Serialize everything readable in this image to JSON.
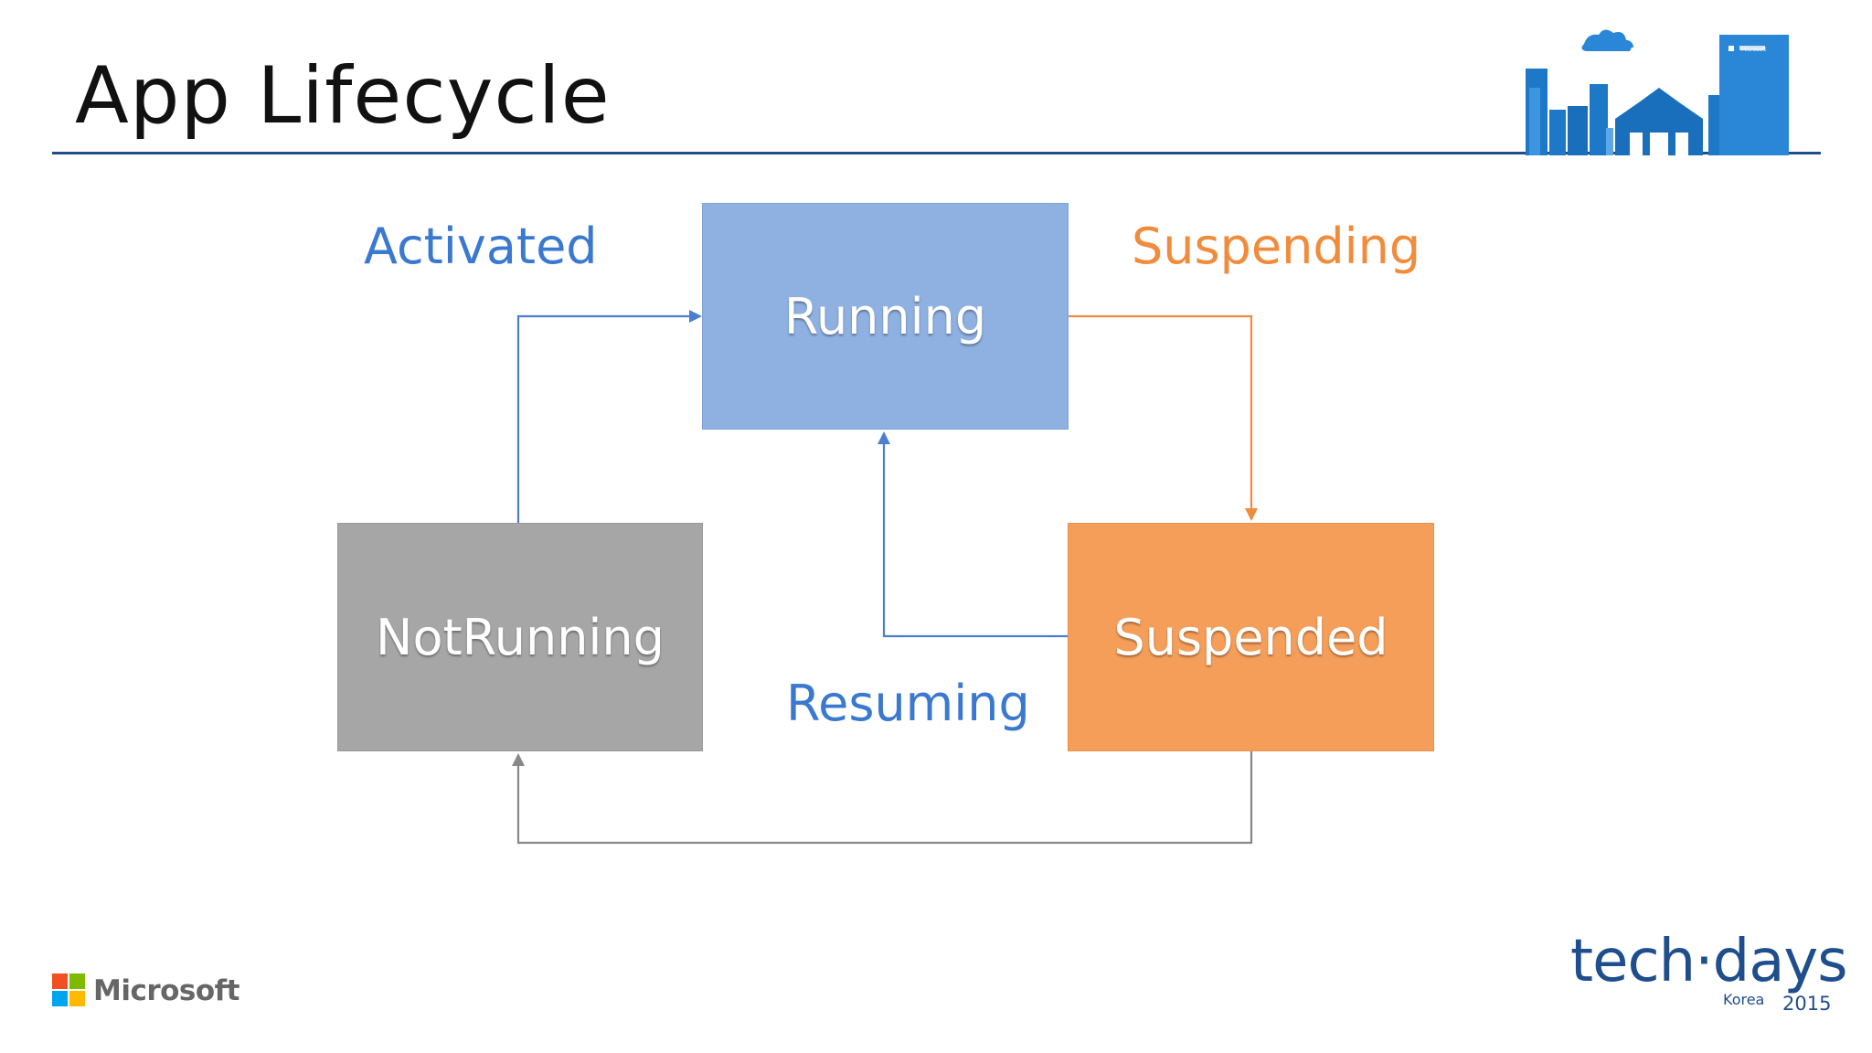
{
  "title": "App Lifecycle",
  "states": {
    "running": "Running",
    "notrunning": "NotRunning",
    "suspended": "Suspended"
  },
  "transitions": {
    "activated": "Activated",
    "suspending": "Suspending",
    "resuming": "Resuming"
  },
  "colors": {
    "running": "#8eb1e2",
    "notrunning": "#a6a6a6",
    "suspended": "#f59e5a",
    "blue_arrow": "#4a7fd0",
    "orange_arrow": "#f08c3c",
    "gray_arrow": "#888888",
    "title_rule": "#1f4e8c"
  },
  "footer": {
    "company": "Microsoft",
    "event": "tech·days",
    "event_location": "Korea",
    "event_year": "2015"
  },
  "header_logo": {
    "caption": "Microsoft"
  },
  "icons": {
    "cityscape": "cityscape-banner-icon",
    "ms_logo": "microsoft-logo-icon"
  }
}
